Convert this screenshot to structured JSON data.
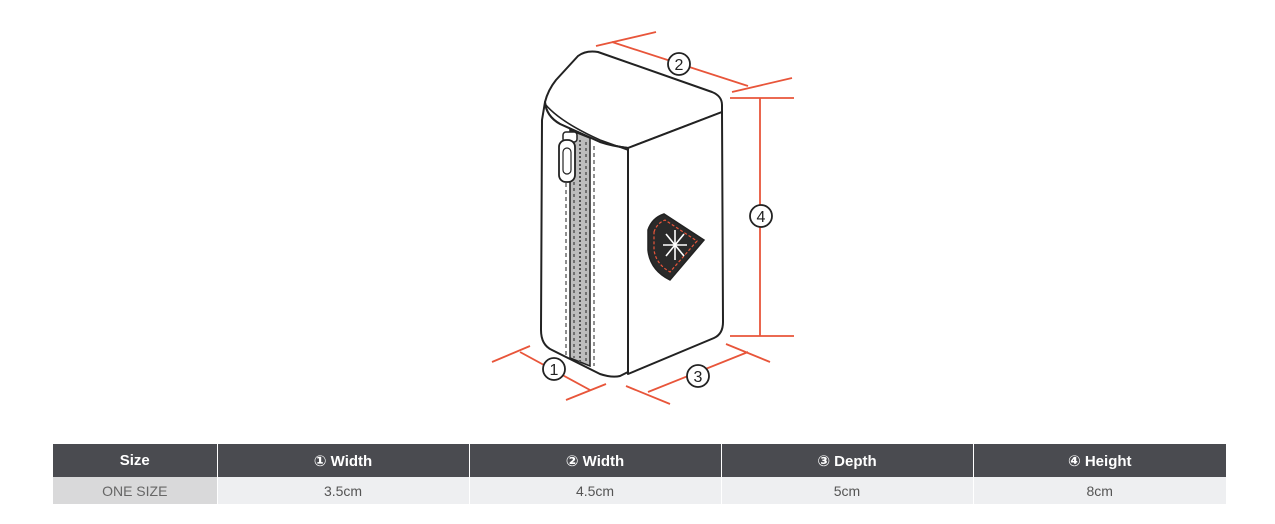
{
  "diagram": {
    "markers": [
      "1",
      "2",
      "3",
      "4"
    ],
    "accent_color": "#e8553a",
    "outline_color": "#222222",
    "badge_icon": "shield-asterisk-icon"
  },
  "table": {
    "headers": {
      "size": "Size",
      "width1": "① Width",
      "width2": "② Width",
      "depth": "③ Depth",
      "height": "④ Height"
    },
    "rows": [
      {
        "size": "ONE SIZE",
        "width1": "3.5cm",
        "width2": "4.5cm",
        "depth": "5cm",
        "height": "8cm"
      }
    ],
    "header_bg": "#4a4b50",
    "row_bg": "#eeeff1"
  }
}
